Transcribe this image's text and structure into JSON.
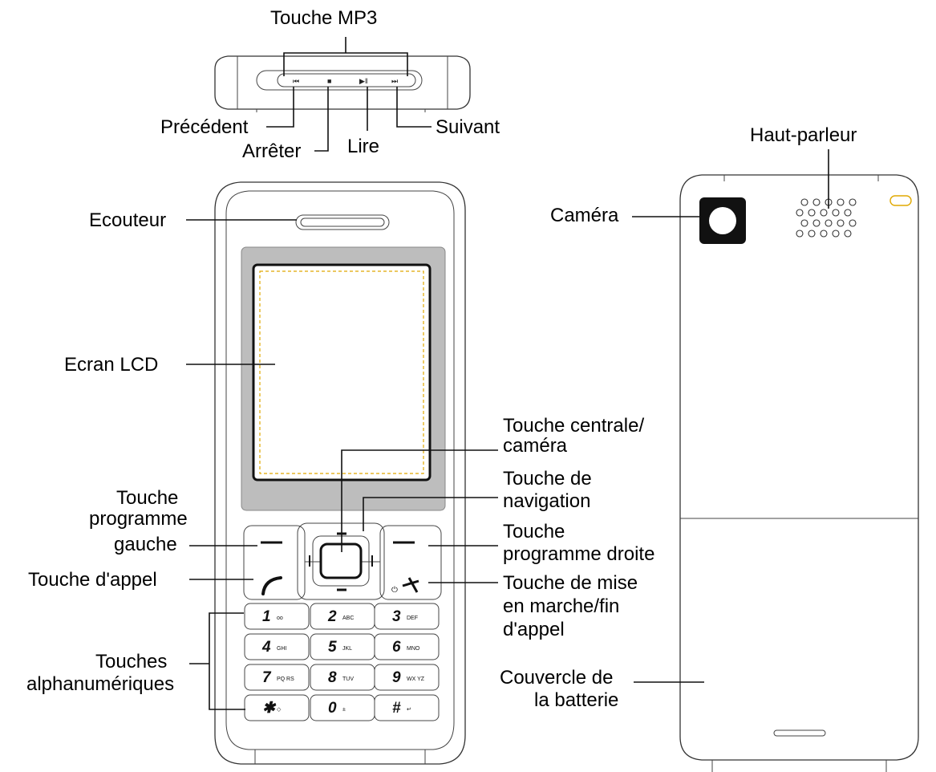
{
  "labels": {
    "mp3_key": "Touche MP3",
    "previous": "Précédent",
    "stop": "Arrêter",
    "play": "Lire",
    "next": "Suivant",
    "earpiece": "Ecouteur",
    "lcd": "Ecran LCD",
    "center_key_1": "Touche centrale/",
    "center_key_2": "caméra",
    "nav_key_1": "Touche de",
    "nav_key_2": "navigation",
    "left_soft_1": "Touche",
    "left_soft_2": "programme",
    "left_soft_3": "gauche",
    "right_soft_1": "Touche",
    "right_soft_2": "programme droite",
    "call_key": "Touche d'appel",
    "power_1": "Touche de mise",
    "power_2": "en marche/fin",
    "power_3": "d'appel",
    "alnum_1": "Touches",
    "alnum_2": "alphanumériques",
    "speaker": "Haut-parleur",
    "camera": "Caméra",
    "battery_1": "Couvercle de",
    "battery_2": "la batterie"
  },
  "keypad": [
    {
      "digit": "1",
      "letters": "oo"
    },
    {
      "digit": "2",
      "letters": "ABC"
    },
    {
      "digit": "3",
      "letters": "DEF"
    },
    {
      "digit": "4",
      "letters": "GHI"
    },
    {
      "digit": "5",
      "letters": "JKL"
    },
    {
      "digit": "6",
      "letters": "MNO"
    },
    {
      "digit": "7",
      "letters": "PQ RS"
    },
    {
      "digit": "8",
      "letters": "TUV"
    },
    {
      "digit": "9",
      "letters": "WX YZ"
    },
    {
      "digit": "✱",
      "letters": "◇"
    },
    {
      "digit": "0",
      "letters": "±"
    },
    {
      "digit": "#",
      "letters": "↵"
    }
  ],
  "colors": {
    "screen_bezel": "#bdbdbd",
    "screen_dash": "#e0a800",
    "camera_lens": "#111111"
  }
}
